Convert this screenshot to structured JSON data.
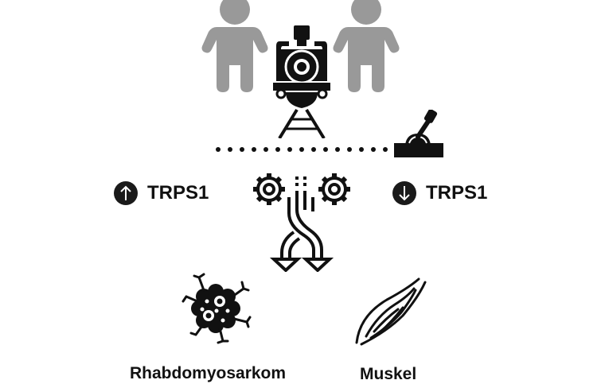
{
  "colors": {
    "person": "#999999",
    "ink": "#111111",
    "background": "#ffffff"
  },
  "top": {
    "left_person": {
      "icon": "person-icon"
    },
    "train": {
      "icon": "locomotive-on-track-icon"
    },
    "right_person": {
      "icon": "person-icon"
    }
  },
  "track": {
    "dots_count": 16,
    "switch": {
      "icon": "railway-switch-lever-icon"
    }
  },
  "middle": {
    "up": {
      "icon": "arrow-up-circle-icon",
      "label": "TRPS1"
    },
    "down": {
      "icon": "arrow-down-circle-icon",
      "label": "TRPS1"
    },
    "center": {
      "icon": "gears-diverging-arrows-icon"
    }
  },
  "outcomes": [
    {
      "icon": "tumor-cell-icon",
      "label": "Rhabdomyosarkom"
    },
    {
      "icon": "muscle-icon",
      "label": "Muskel"
    }
  ]
}
